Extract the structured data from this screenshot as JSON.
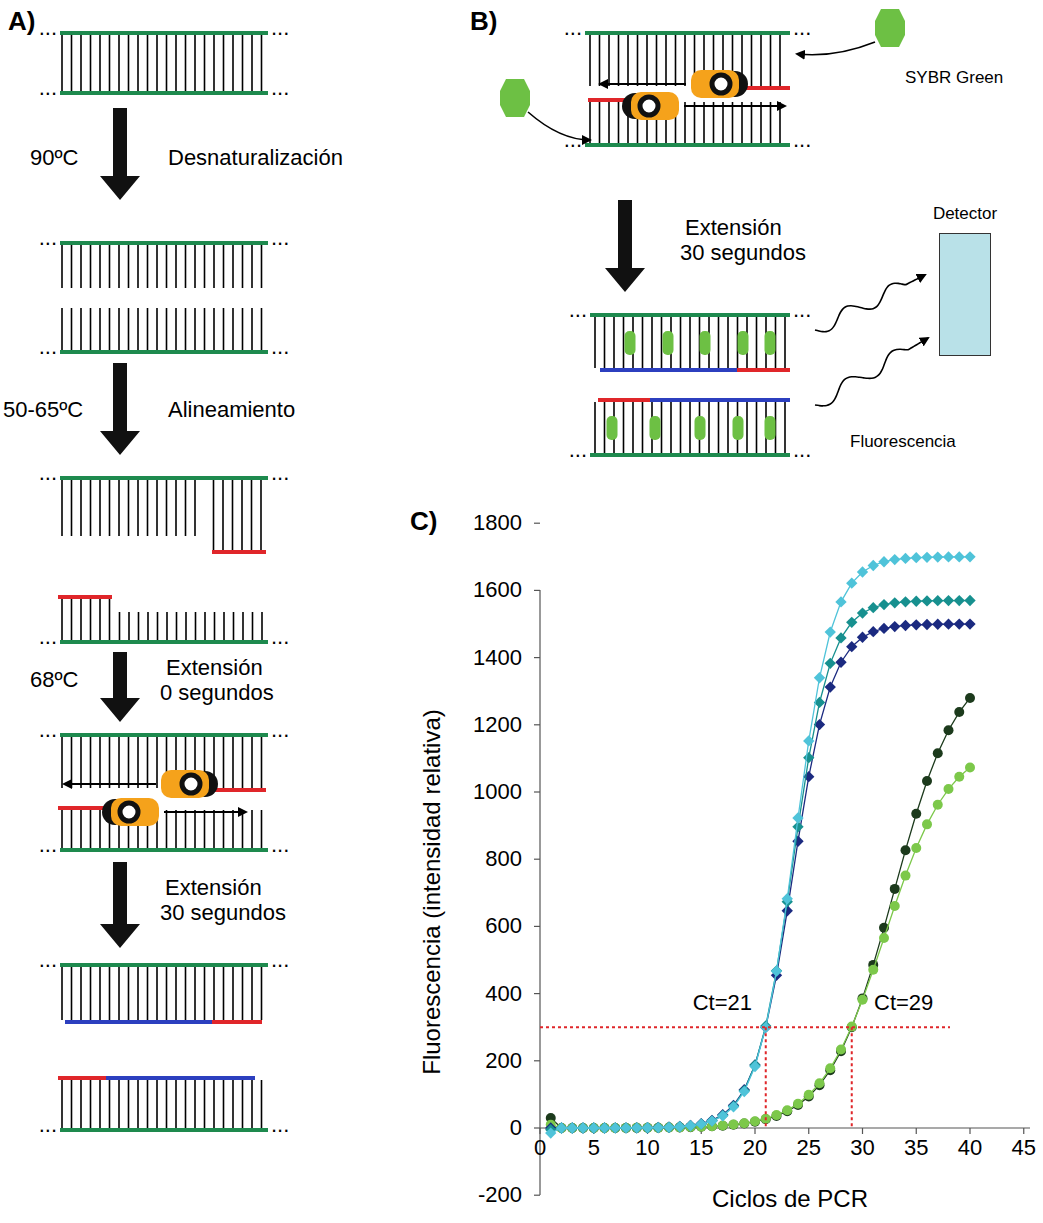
{
  "diagram": {
    "nodes": [
      {
        "text": [
          "Detector"
        ]
      }
    ],
    "labels": [
      "A)",
      "...",
      "...",
      "...",
      "...",
      "90ºC",
      "Desnaturalización",
      "...",
      "...",
      "...",
      "...",
      "50-65ºC",
      "Alineamiento",
      "...",
      "...",
      "...",
      "...",
      "68ºC",
      "Extensión 0 segundos",
      "...",
      "...",
      "...",
      "...",
      "Extensión 30 segundos",
      "...",
      "...",
      "...",
      "...",
      "B)",
      "...",
      "...",
      "...",
      "...",
      "SYBR Green",
      "Extensión 30 segundos",
      "...",
      "...",
      "...",
      "...",
      "Fluorescencia",
      "C)",
      "1800",
      "1600",
      "1400",
      "1200",
      "1000",
      "800",
      "600",
      "400",
      "200",
      "0",
      "-200",
      "0",
      "5",
      "10",
      "15",
      "20",
      "25",
      "30",
      "35",
      "40",
      "45",
      "Fluorescencia (intensidad relativa)",
      "Ciclos de PCR",
      "Ct=21",
      "Ct=29"
    ]
  }
}
